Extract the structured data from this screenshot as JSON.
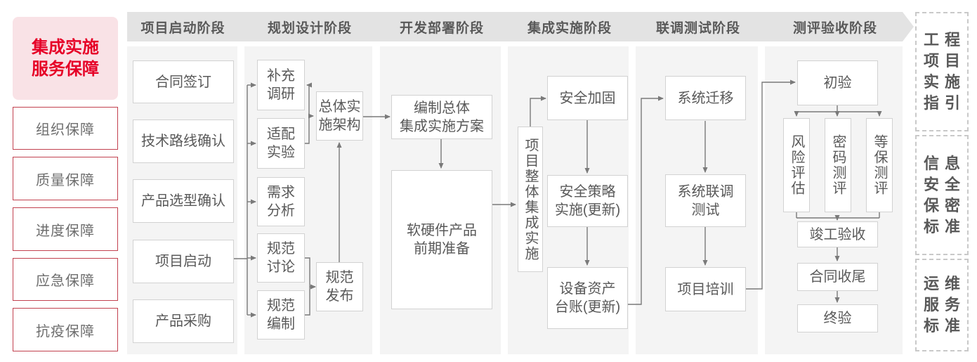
{
  "sidebar": {
    "title": "集成实施\n服务保障",
    "items": [
      "组织保障",
      "质量保障",
      "进度保障",
      "应急保障",
      "抗疫保障"
    ]
  },
  "phases": [
    {
      "label": "项目启动阶段",
      "boxes": [
        {
          "label": "合同签订"
        },
        {
          "label": "技术路线确认"
        },
        {
          "label": "产品选型确认"
        },
        {
          "label": "项目启动"
        },
        {
          "label": "产品采购"
        }
      ]
    },
    {
      "label": "规划设计阶段",
      "boxes": [
        {
          "label": "补充\n调研"
        },
        {
          "label": "适配\n实验"
        },
        {
          "label": "需求\n分析"
        },
        {
          "label": "规范\n讨论"
        },
        {
          "label": "规范\n编制"
        },
        {
          "label": "总体实\n施架构"
        },
        {
          "label": "规范\n发布"
        }
      ]
    },
    {
      "label": "开发部署阶段",
      "boxes": [
        {
          "label": "编制总体\n集成实施方案"
        },
        {
          "label": "软硬件产品\n前期准备"
        }
      ]
    },
    {
      "label": "集成实施阶段",
      "boxes": [
        {
          "label": "项目整体集成实施"
        },
        {
          "label": "安全加固"
        },
        {
          "label": "安全策略\n实施(更新)"
        },
        {
          "label": "设备资产\n台账(更新)"
        }
      ]
    },
    {
      "label": "联调测试阶段",
      "boxes": [
        {
          "label": "系统迁移"
        },
        {
          "label": "系统联调\n测试"
        },
        {
          "label": "项目培训"
        }
      ]
    },
    {
      "label": "测评验收阶段",
      "boxes": [
        {
          "label": "初验"
        },
        {
          "label": "风险评估"
        },
        {
          "label": "密码测评"
        },
        {
          "label": "等保测评"
        },
        {
          "label": "竣工验收"
        },
        {
          "label": "合同收尾"
        },
        {
          "label": "终验"
        }
      ]
    }
  ],
  "standards": [
    {
      "text": "工程\n项目\n实施\n指引"
    },
    {
      "text": "信息\n安全\n保密\n标准"
    },
    {
      "text": "运维\n服务\n标准"
    }
  ],
  "colors": {
    "accent_red": "#e60027",
    "pink_bg": "#f9e2e6",
    "red_border": "#c2414f",
    "text_gray": "#595959",
    "line_gray": "#7a7a7a",
    "header_bg": "#e3e3e3",
    "panel_bg": "#f4f4f4",
    "box_border": "#d2d2d2"
  }
}
